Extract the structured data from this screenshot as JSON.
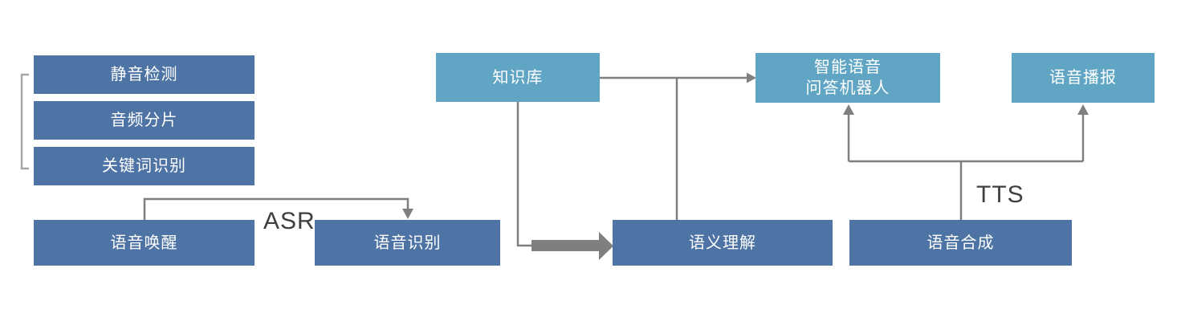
{
  "colors": {
    "dark_box": "#4e73a5",
    "light_box": "#60a6c4",
    "box_text": "#ffffff",
    "connector": "#7f7f7f",
    "bracket": "#a6a6a6",
    "edge_label": "#3f3f3f",
    "background": "#ffffff"
  },
  "diagram": {
    "nodes": {
      "silence_detection": {
        "label": "静音检测"
      },
      "audio_segmentation": {
        "label": "音频分片"
      },
      "keyword_recognition": {
        "label": "关键词识别"
      },
      "voice_wakeup": {
        "label": "语音唤醒"
      },
      "speech_recognition": {
        "label": "语音识别"
      },
      "knowledge_base": {
        "label": "知识库"
      },
      "semantic_understanding": {
        "label": "语义理解"
      },
      "speech_synthesis": {
        "label": "语音合成"
      },
      "qa_robot": {
        "label": "智能语音\n问答机器人"
      },
      "voice_broadcast": {
        "label": "语音播报"
      }
    },
    "edge_labels": {
      "asr": "ASR",
      "tts": "TTS"
    }
  }
}
